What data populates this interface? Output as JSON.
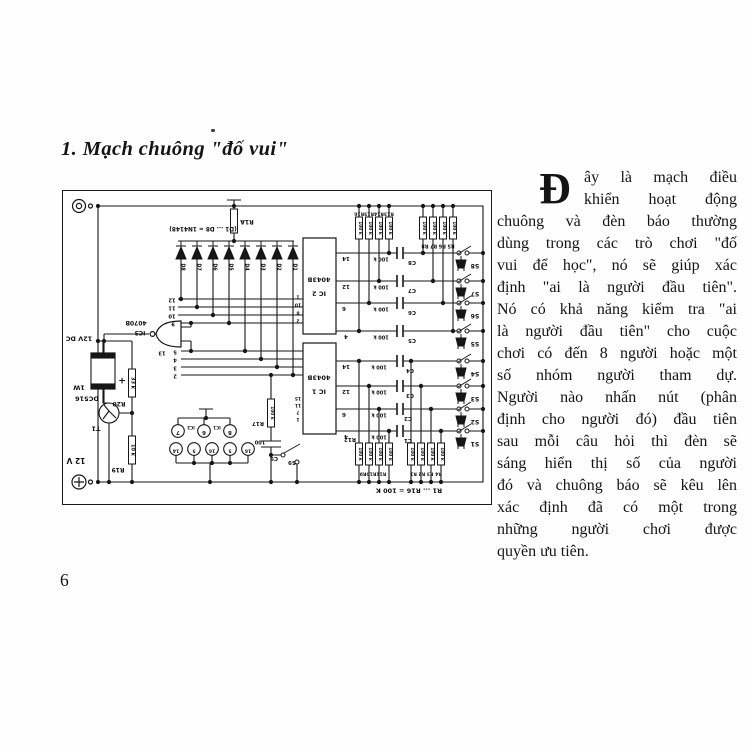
{
  "title": "1. Mạch chuông \"đố vui\"",
  "page_number": "6",
  "body": {
    "drop_cap": "Đ",
    "first_lines": [
      "ây là mạch điều",
      "khiển hoạt động"
    ],
    "lines": [
      "chuông và đèn báo thường",
      "dùng trong các trò chơi \"đố",
      "vui để học\", nó sẽ giúp xác",
      "định \"ai là người đầu tiên\".",
      "Nó có khả năng kiểm tra \"ai",
      "là người đầu tiên\" cho cuộc",
      "chơi có đến 8 người hoặc một",
      "số nhóm người tham dự.",
      "Người nào nhấn nút (phân",
      "định cho người đó) đầu tiên",
      "sau mỗi câu hỏi thì đèn sẽ",
      "sáng hiển thị số của người",
      "đó và chuông báo sẽ kêu lên",
      "xác định đã có một trong",
      "những người chơi được",
      "quyền ưu tiên."
    ]
  },
  "schematic": {
    "caption": "R1 ... R16 = 100 K",
    "note": "circuit diagram printed rotated 180 degrees",
    "labels": [
      [
        "12V DC",
        16,
        147,
        180,
        6.5
      ],
      [
        "1W",
        16,
        196,
        180,
        6.5
      ],
      [
        "+",
        59,
        191,
        0,
        9
      ],
      [
        "DC516",
        24,
        207,
        180,
        6.5
      ],
      [
        "T1",
        33,
        237,
        180,
        6.5
      ],
      [
        "R20",
        56,
        212,
        180,
        6
      ],
      [
        "33 k",
        69,
        192,
        90,
        5
      ],
      [
        "R19",
        55,
        278,
        180,
        6
      ],
      [
        "10 k",
        69,
        259,
        90,
        5
      ],
      [
        "12 V",
        13,
        269,
        180,
        7.5
      ],
      [
        "(D1 ... D8 = 1N4148)",
        140,
        36,
        180,
        5.8
      ],
      [
        "R1A",
        184,
        30,
        180,
        6
      ],
      [
        "D8",
        118,
        76,
        90,
        4.8
      ],
      [
        "D7",
        134,
        76,
        90,
        4.8
      ],
      [
        "D6",
        150,
        76,
        90,
        4.8
      ],
      [
        "D5",
        166,
        76,
        90,
        4.8
      ],
      [
        "D4",
        182,
        76,
        90,
        4.8
      ],
      [
        "D3",
        198,
        76,
        90,
        4.8
      ],
      [
        "D2",
        214,
        76,
        90,
        4.8
      ],
      [
        "D1",
        230,
        76,
        90,
        4.8
      ],
      [
        "12",
        109,
        108,
        180,
        5.2
      ],
      [
        "11",
        109,
        116,
        180,
        5.2
      ],
      [
        "10",
        109,
        124,
        180,
        5.2
      ],
      [
        "9",
        110,
        132,
        180,
        5.2
      ],
      [
        "5",
        112,
        160,
        180,
        5.2
      ],
      [
        "4",
        112,
        168,
        180,
        5.2
      ],
      [
        "3",
        112,
        176,
        180,
        5.2
      ],
      [
        "2",
        112,
        184,
        180,
        5.2
      ],
      [
        "1",
        235,
        104,
        180,
        4.6
      ],
      [
        "10",
        235,
        112,
        180,
        4.6
      ],
      [
        "8",
        235,
        120,
        180,
        4.6
      ],
      [
        "2",
        235,
        128,
        180,
        4.6
      ],
      [
        "15",
        235,
        206,
        180,
        4.4
      ],
      [
        "11",
        235,
        213,
        180,
        4.4
      ],
      [
        "7",
        235,
        220,
        180,
        4.4
      ],
      [
        "1",
        235,
        227,
        180,
        4.4
      ],
      [
        "4043B",
        256,
        88,
        180,
        6.5
      ],
      [
        "IC 2",
        256,
        102,
        180,
        6.5
      ],
      [
        "4043B",
        256,
        186,
        180,
        6.5
      ],
      [
        "IC 1",
        256,
        200,
        180,
        6.5
      ],
      [
        "14",
        283,
        66,
        180,
        5.5
      ],
      [
        "12",
        283,
        94,
        180,
        5.5
      ],
      [
        "6",
        281,
        116,
        180,
        5.5
      ],
      [
        "4",
        283,
        144,
        180,
        5.5
      ],
      [
        "14",
        283,
        174,
        180,
        5.5
      ],
      [
        "12",
        283,
        199,
        180,
        5.5
      ],
      [
        "6",
        281,
        222,
        180,
        5.5
      ],
      [
        "4",
        283,
        244,
        180,
        5.5
      ],
      [
        "100 k",
        318,
        67,
        180,
        5
      ],
      [
        "100 k",
        318,
        95,
        180,
        5
      ],
      [
        "100 k",
        318,
        117,
        180,
        5
      ],
      [
        "100 k",
        318,
        145,
        180,
        5
      ],
      [
        "100 k",
        316,
        175,
        180,
        5
      ],
      [
        "100 k",
        316,
        200,
        180,
        5
      ],
      [
        "100 k",
        316,
        223,
        180,
        5
      ],
      [
        "100 k",
        316,
        245,
        180,
        5
      ],
      [
        "C8",
        349,
        70,
        180,
        5.5
      ],
      [
        "C7",
        349,
        98,
        180,
        5.5
      ],
      [
        "C6",
        349,
        120,
        180,
        5.5
      ],
      [
        "C5",
        349,
        148,
        180,
        5.5
      ],
      [
        "C4",
        347,
        178,
        180,
        5.5
      ],
      [
        "C3",
        347,
        203,
        180,
        5.5
      ],
      [
        "C2",
        345,
        226,
        180,
        5.5
      ],
      [
        "C1",
        345,
        248,
        180,
        5.5
      ],
      [
        "R13R14R15R16",
        311,
        21,
        180,
        4.6
      ],
      [
        "R5 R6 R7 R8",
        375,
        53,
        180,
        4.8
      ],
      [
        "R12",
        287,
        247,
        180,
        5.5
      ],
      [
        "R11R10R9",
        310,
        281,
        180,
        4.6
      ],
      [
        "R4 R3 R2 R1",
        363,
        281,
        180,
        4.6
      ],
      [
        "100 k",
        296,
        37,
        90,
        4.4
      ],
      [
        "100 k",
        306,
        37,
        90,
        4.4
      ],
      [
        "100 k",
        316,
        37,
        90,
        4.4
      ],
      [
        "100 k",
        326,
        37,
        90,
        4.4
      ],
      [
        "100 k",
        360,
        37,
        90,
        4.4
      ],
      [
        "100 k",
        370,
        37,
        90,
        4.4
      ],
      [
        "100 k",
        380,
        37,
        90,
        4.4
      ],
      [
        "100 k",
        390,
        37,
        90,
        4.4
      ],
      [
        "100 k",
        296,
        263,
        90,
        4.4
      ],
      [
        "100 k",
        306,
        263,
        90,
        4.4
      ],
      [
        "100 k",
        316,
        263,
        90,
        4.4
      ],
      [
        "100 k",
        326,
        263,
        90,
        4.4
      ],
      [
        "100 k",
        348,
        263,
        90,
        4.4
      ],
      [
        "100 k",
        358,
        263,
        90,
        4.4
      ],
      [
        "100 k",
        368,
        263,
        90,
        4.4
      ],
      [
        "100 k",
        378,
        263,
        90,
        4.4
      ],
      [
        "S8",
        412,
        74,
        180,
        6
      ],
      [
        "S7",
        412,
        102,
        180,
        6
      ],
      [
        "S6",
        412,
        124,
        180,
        6
      ],
      [
        "S5",
        412,
        152,
        180,
        6
      ],
      [
        "S4",
        412,
        182,
        180,
        6
      ],
      [
        "S3",
        412,
        207,
        180,
        6
      ],
      [
        "S2",
        412,
        230,
        180,
        6
      ],
      [
        "S1",
        412,
        252,
        180,
        6
      ],
      [
        "4070B",
        73,
        131,
        180,
        6
      ],
      [
        "IC3",
        77,
        141,
        180,
        6
      ],
      [
        "13",
        99,
        161,
        180,
        5.2
      ],
      [
        "R17",
        195,
        231,
        180,
        5.5
      ],
      [
        "100 k",
        208,
        222,
        90,
        4.4
      ],
      [
        "100",
        197,
        250,
        180,
        5
      ],
      [
        "C9",
        211,
        266,
        180,
        5.5
      ],
      [
        "S9",
        229,
        270,
        180,
        5.5
      ],
      [
        "7",
        115,
        240,
        180,
        5.5
      ],
      [
        "IC2",
        128,
        236,
        180,
        4.2
      ],
      [
        "6",
        141,
        240,
        180,
        5.5
      ],
      [
        "IC1",
        154,
        236,
        180,
        4.2
      ],
      [
        "8",
        167,
        240,
        180,
        5.5
      ],
      [
        "14",
        113,
        258,
        180,
        4.6
      ],
      [
        "5",
        131,
        258,
        180,
        4.6
      ],
      [
        "16",
        149,
        258,
        180,
        4.6
      ],
      [
        "5",
        167,
        258,
        180,
        4.6
      ],
      [
        "16",
        185,
        258,
        180,
        4.6
      ],
      [
        "R1 ... R16 = 100 K",
        346,
        299,
        180,
        6.5
      ]
    ]
  }
}
